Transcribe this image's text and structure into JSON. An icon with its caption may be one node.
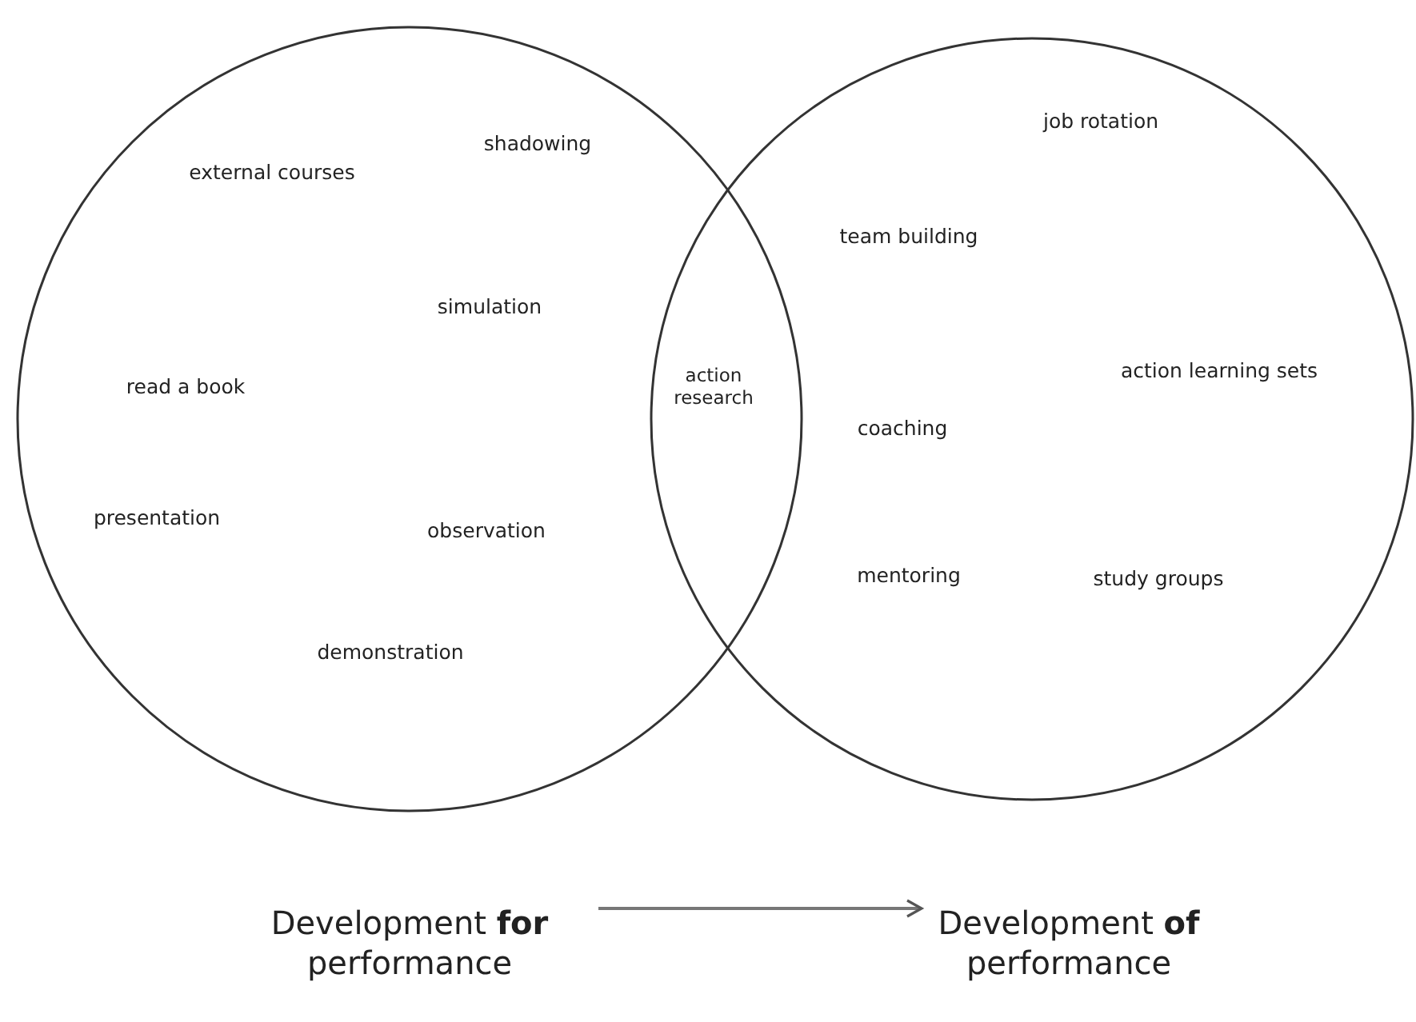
{
  "diagram": {
    "nodes": [
      {
        "text": [],
        "shape": "circle"
      },
      {
        "text": [],
        "shape": "circle"
      },
      {
        "text": [
          "Development **for** performance"
        ]
      },
      {
        "text": [
          "Development **of** performance"
        ]
      }
    ],
    "edges": [
      {
        "from": 2,
        "to": 3,
        "arrow": "to"
      }
    ],
    "labels": [
      "external courses",
      "shadowing",
      "simulation",
      "read a book",
      "presentation",
      "observation",
      "demonstration",
      "action research",
      "job rotation",
      "team building",
      "action learning sets",
      "coaching",
      "mentoring",
      "study groups"
    ]
  }
}
